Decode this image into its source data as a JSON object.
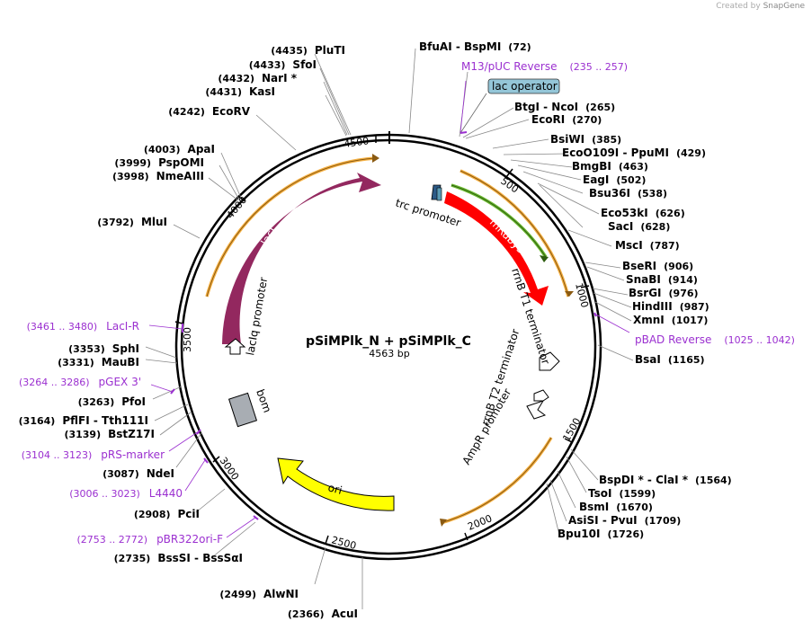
{
  "credit": {
    "prefix": "Created by",
    "brand": "SnapGene"
  },
  "plasmid": {
    "name": "pSiMPlk_N + pSiMPlk_C",
    "size": "4563 bp"
  },
  "sites_right": [
    {
      "name": "BfuAI  -  BspMI",
      "pos": "(72)"
    },
    {
      "name": "BtgI  -  NcoI",
      "pos": "(265)"
    },
    {
      "name": "EcoRI",
      "pos": "(270)"
    },
    {
      "name": "BsiWI",
      "pos": "(385)"
    },
    {
      "name": "EcoO109I  -  PpuMI",
      "pos": "(429)"
    },
    {
      "name": "BmgBI",
      "pos": "(463)"
    },
    {
      "name": "EagI",
      "pos": "(502)"
    },
    {
      "name": "Bsu36I",
      "pos": "(538)"
    },
    {
      "name": "Eco53kI",
      "pos": "(626)"
    },
    {
      "name": "SacI",
      "pos": "(628)"
    },
    {
      "name": "MscI",
      "pos": "(787)"
    },
    {
      "name": "BseRI",
      "pos": "(906)"
    },
    {
      "name": "SnaBI",
      "pos": "(914)"
    },
    {
      "name": "BsrGI",
      "pos": "(976)"
    },
    {
      "name": "HindIII",
      "pos": "(987)"
    },
    {
      "name": "XmnI",
      "pos": "(1017)"
    },
    {
      "name": "BsaI",
      "pos": "(1165)"
    },
    {
      "name": "BspDI *  -  ClaI *",
      "pos": "(1564)"
    },
    {
      "name": "TsoI",
      "pos": "(1599)"
    },
    {
      "name": "BsmI",
      "pos": "(1670)"
    },
    {
      "name": "AsiSI  -  PvuI",
      "pos": "(1709)"
    },
    {
      "name": "Bpu10I",
      "pos": "(1726)"
    }
  ],
  "sites_left": [
    {
      "name": "PluTI",
      "pos": "(4435)"
    },
    {
      "name": "SfoI",
      "pos": "(4433)"
    },
    {
      "name": "NarI *",
      "pos": "(4432)"
    },
    {
      "name": "KasI",
      "pos": "(4431)"
    },
    {
      "name": "EcoRV",
      "pos": "(4242)"
    },
    {
      "name": "ApaI",
      "pos": "(4003)"
    },
    {
      "name": "PspOMI",
      "pos": "(3999)"
    },
    {
      "name": "NmeAIII",
      "pos": "(3998)"
    },
    {
      "name": "MluI",
      "pos": "(3792)"
    },
    {
      "name": "SphI",
      "pos": "(3353)"
    },
    {
      "name": "MauBI",
      "pos": "(3331)"
    },
    {
      "name": "PfoI",
      "pos": "(3263)"
    },
    {
      "name": "PflFI  -  Tth111I",
      "pos": "(3164)"
    },
    {
      "name": "BstZ17I",
      "pos": "(3139)"
    },
    {
      "name": "NdeI",
      "pos": "(3087)"
    },
    {
      "name": "PciI",
      "pos": "(2908)"
    },
    {
      "name": "BssSI  -  BssSαI",
      "pos": "(2735)"
    },
    {
      "name": "AlwNI",
      "pos": "(2499)"
    },
    {
      "name": "AcuI",
      "pos": "(2366)"
    }
  ],
  "primers": [
    {
      "name": "M13/pUC Reverse",
      "range": "(235 .. 257)"
    },
    {
      "name": "pBAD Reverse",
      "range": "(1025 .. 1042)"
    },
    {
      "name": "LacI-R",
      "range": "(3461 .. 3480)"
    },
    {
      "name": "pGEX 3'",
      "range": "(3264 .. 3286)"
    },
    {
      "name": "pRS-marker",
      "range": "(3104 .. 3123)"
    },
    {
      "name": "L4440",
      "range": "(3006 .. 3023)"
    },
    {
      "name": "pBR322ori-F",
      "range": "(2753 .. 2772)"
    }
  ],
  "ticks": [
    "500",
    "1000",
    "1500",
    "2000",
    "2500",
    "3000",
    "3500",
    "4000",
    "4500"
  ],
  "features": {
    "lac_operator": "lac operator",
    "trc_promoter": "trc promoter",
    "mRuby3": "mRuby3",
    "rrnB_T1": "rrnB T1 terminator",
    "rrnB_T2": "rrnB T2 terminator",
    "AmpR_promoter": "AmpR promoter",
    "ori": "ori",
    "bom": "bom",
    "lacI": "lacI",
    "lacIq_promoter": "lacIq promoter"
  },
  "colors": {
    "lacI": "#93285f",
    "mRuby3": "#ff0000",
    "ori": "#ffff00",
    "bom": "#a8adb3",
    "lac_operator": "#94c6d8",
    "primer": "#9b30d0",
    "orange_band": "#f5b042",
    "green_band": "#6ab82e"
  }
}
